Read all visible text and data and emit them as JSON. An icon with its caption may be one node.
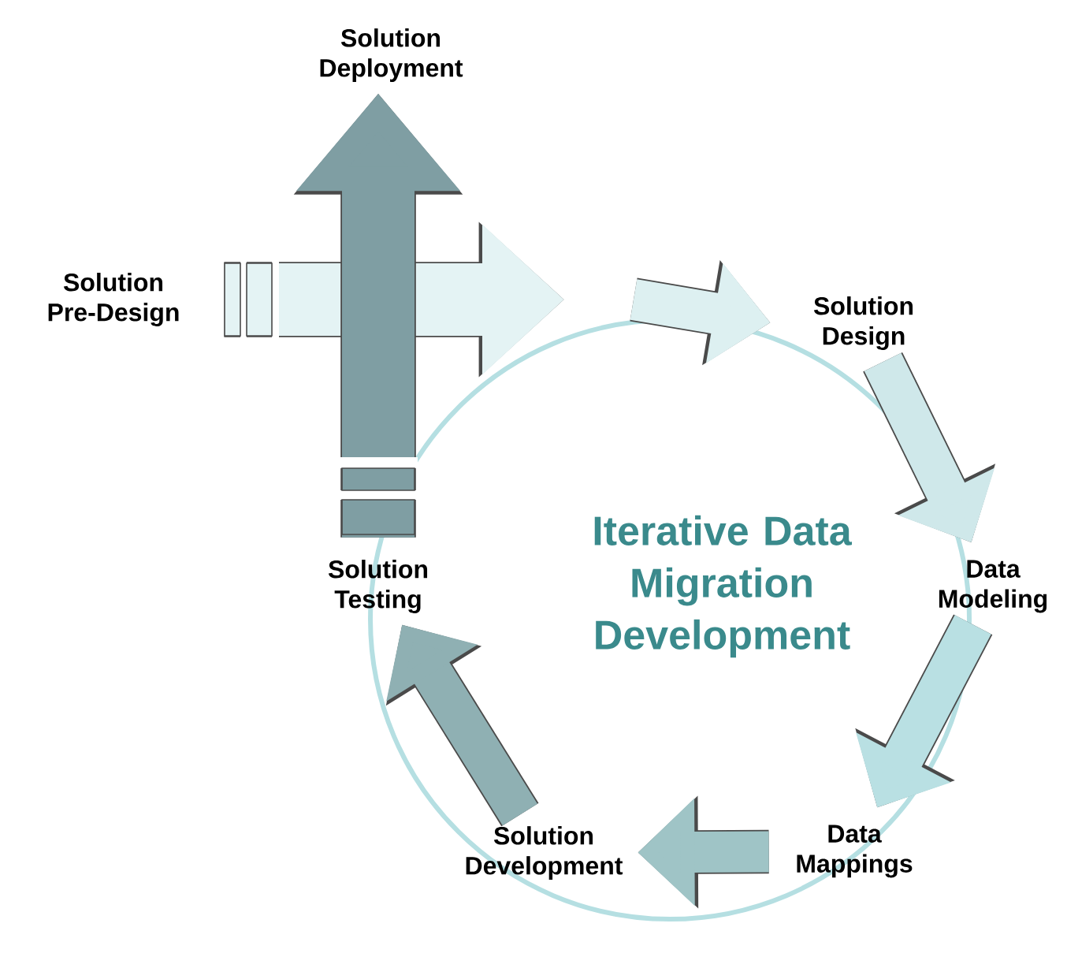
{
  "diagram": {
    "nodes": [
      {
        "text": [
          "Solution Deployment"
        ]
      },
      {
        "text": [
          "Solution Pre-Design"
        ]
      },
      {
        "text": [
          "Solution Design"
        ]
      },
      {
        "text": [
          "Data Modeling"
        ]
      },
      {
        "text": [
          "Solution Testing"
        ]
      },
      {
        "text": [
          "Data Mappings"
        ]
      },
      {
        "text": [
          "Solution Development"
        ]
      }
    ],
    "edges": [
      {
        "from": 1,
        "to": null,
        "arrow": "to",
        "color": "#e4f3f4"
      },
      {
        "from": null,
        "to": 2,
        "arrow": "to",
        "color": "#ddf0f1"
      },
      {
        "from": 2,
        "to": 3,
        "arrow": "to",
        "color": "#cfe8ea"
      },
      {
        "from": 3,
        "to": 5,
        "arrow": "to",
        "color": "#b9e0e3"
      },
      {
        "from": 5,
        "to": 6,
        "arrow": "to",
        "color": "#9fc4c6"
      },
      {
        "from": 6,
        "to": 4,
        "arrow": "to",
        "color": "#8fb0b3"
      },
      {
        "from": 4,
        "to": 0,
        "arrow": "to",
        "color": "#7f9ea3"
      }
    ],
    "labels": [
      "Iterative Data Migration Development"
    ]
  }
}
